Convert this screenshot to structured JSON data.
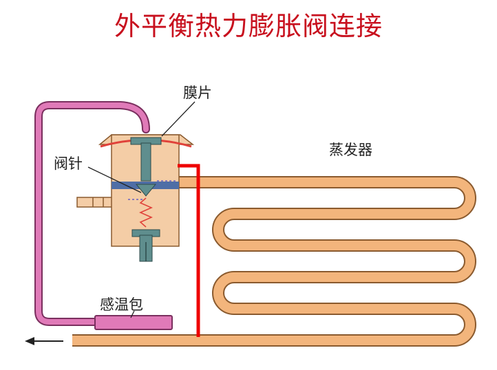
{
  "title": "外平衡热力膨胀阀连接",
  "labels": {
    "diaphragm": "膜片",
    "valve_needle": "阀针",
    "evaporator": "蒸发器",
    "sensing_bulb": "感温包"
  },
  "colors": {
    "title": "#c8101e",
    "capillary": "#e07ab8",
    "capillary_outline": "#7a2f5e",
    "coil": "#f3b57c",
    "coil_outline": "#8a5a2e",
    "valve_body": "#f4cda6",
    "valve_stem": "#5f8e8e",
    "diaphragm": "#e0423a",
    "equalizer_line": "#ee0000",
    "seat": "#4f6ea6"
  }
}
